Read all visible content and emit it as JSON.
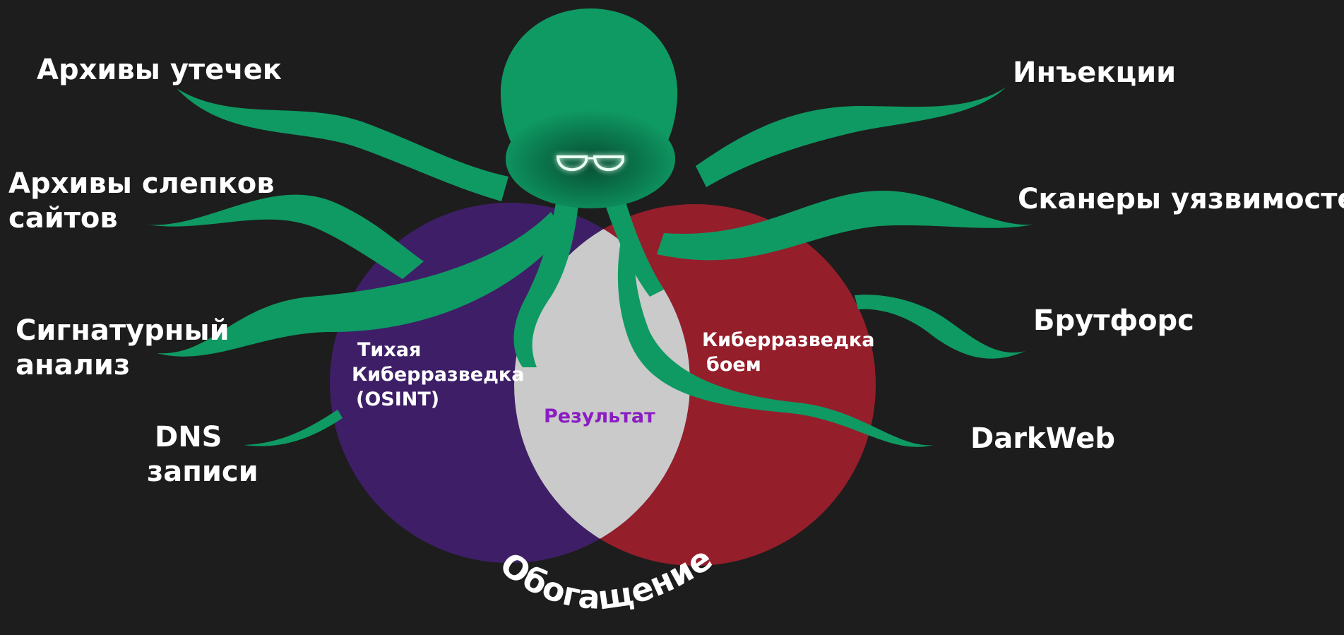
{
  "colors": {
    "background": "#1d1d1d",
    "octopus": "#0f9a63",
    "octopus_dark": "#0a6e46",
    "passive_circle": "#3e1f67",
    "active_circle": "#951e2b",
    "intersection": "#cacaca",
    "result_text": "#8b1dc2",
    "label_text": "#ffffff"
  },
  "labels": {
    "left_1": "Архивы утечек",
    "left_2_line1": "Архивы слепков",
    "left_2_line2": "сайтов",
    "left_3_line1": "Сигнатурный",
    "left_3_line2": "анализ",
    "left_4_line1": "DNS",
    "left_4_line2": "записи",
    "right_1": "Инъекции",
    "right_2": "Сканеры уязвимостей",
    "right_3": "Брутфорс",
    "right_4": "DarkWeb"
  },
  "circles": {
    "passive_line1": "Тихая",
    "passive_line2": "Киберразведка",
    "passive_line3": "(OSINT)",
    "active_line1": "Киберразведка",
    "active_line2": "боем",
    "result": "Результат"
  },
  "footer": {
    "enrichment": "Обогащение"
  },
  "icons": {
    "octopus": "octopus-icon",
    "glasses": "glasses-icon"
  }
}
